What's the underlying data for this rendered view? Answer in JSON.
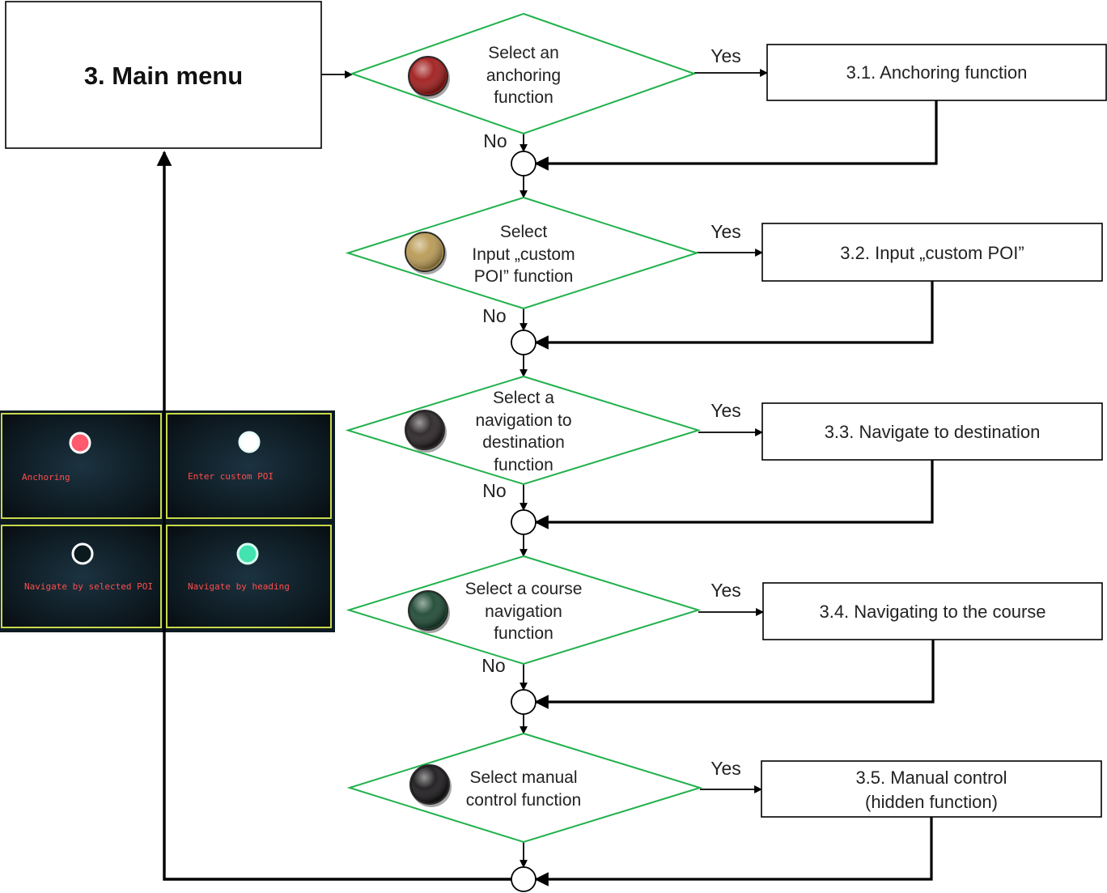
{
  "main_box": {
    "label": "3. Main menu"
  },
  "decisions": [
    {
      "lines": [
        "Select an",
        "anchoring",
        "function"
      ],
      "button_color": "#a11d1d"
    },
    {
      "lines": [
        "Select",
        "Input „custom",
        "POI” function"
      ],
      "button_color": "#b99a55"
    },
    {
      "lines": [
        "Select a",
        "navigation to",
        "destination",
        "function"
      ],
      "button_color": "#2a2426"
    },
    {
      "lines": [
        "Select a course",
        "navigation",
        "function"
      ],
      "button_color": "#1f4a34"
    },
    {
      "lines": [
        "Select manual",
        "control function"
      ],
      "button_color": "#1c1a1c"
    }
  ],
  "actions": [
    {
      "lines": [
        "3.1. Anchoring function"
      ]
    },
    {
      "lines": [
        "3.2. Input „custom POI”"
      ]
    },
    {
      "lines": [
        "3.3. Navigate to destination"
      ]
    },
    {
      "lines": [
        "3.4. Navigating to the course"
      ]
    },
    {
      "lines": [
        "3.5. Manual control",
        "(hidden function)"
      ]
    }
  ],
  "branch_labels": {
    "yes": "Yes",
    "no": "No"
  },
  "screen_photo": {
    "tiles": [
      {
        "label": "Anchoring",
        "light_color": "#ff5a6e",
        "ring_color": "#ffffff",
        "label_color": "#ff4d4d"
      },
      {
        "label": "Enter custom POI",
        "light_color": "#ffffff",
        "ring_color": "#e8fff8",
        "label_color": "#ff4d4d"
      },
      {
        "label": "Navigate by selected POI",
        "light_color": "#0b1a1f",
        "ring_color": "#ffffff",
        "label_color": "#ff4d4d"
      },
      {
        "label": "Navigate by heading",
        "light_color": "#43e3b0",
        "ring_color": "#d9fff2",
        "label_color": "#ff4d4d"
      }
    ]
  },
  "colors": {
    "diamond_stroke": "#22b14c",
    "line": "#000000",
    "box_stroke": "#000000",
    "photo_frame": "#c8d84a",
    "photo_bg": "#0d1a22"
  }
}
